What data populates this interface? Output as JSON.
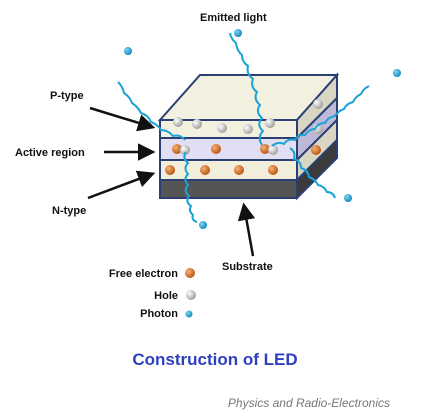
{
  "labels": {
    "emitted_light": "Emitted light",
    "p_type": "P-type",
    "active_region": "Active region",
    "n_type": "N-type",
    "substrate": "Substrate"
  },
  "legend": [
    {
      "label": "Free electron",
      "icon": "free-electron-icon",
      "color": "#d2691e"
    },
    {
      "label": "Hole",
      "icon": "hole-icon",
      "color": "#d9d9d9"
    },
    {
      "label": "Photon",
      "icon": "photon-icon",
      "color": "#1aa3d6"
    }
  ],
  "caption": "Construction of LED",
  "credit": "Physics and Radio-Electronics",
  "colors": {
    "p_layer": "#f2f0de",
    "active_layer": "#e2def3",
    "n_layer": "#f1efdc",
    "substrate": "#555555",
    "outline": "#2b3f73",
    "photon": "#1aa3d6",
    "electron": "#d2691e",
    "caption": "#2f3fbf"
  }
}
